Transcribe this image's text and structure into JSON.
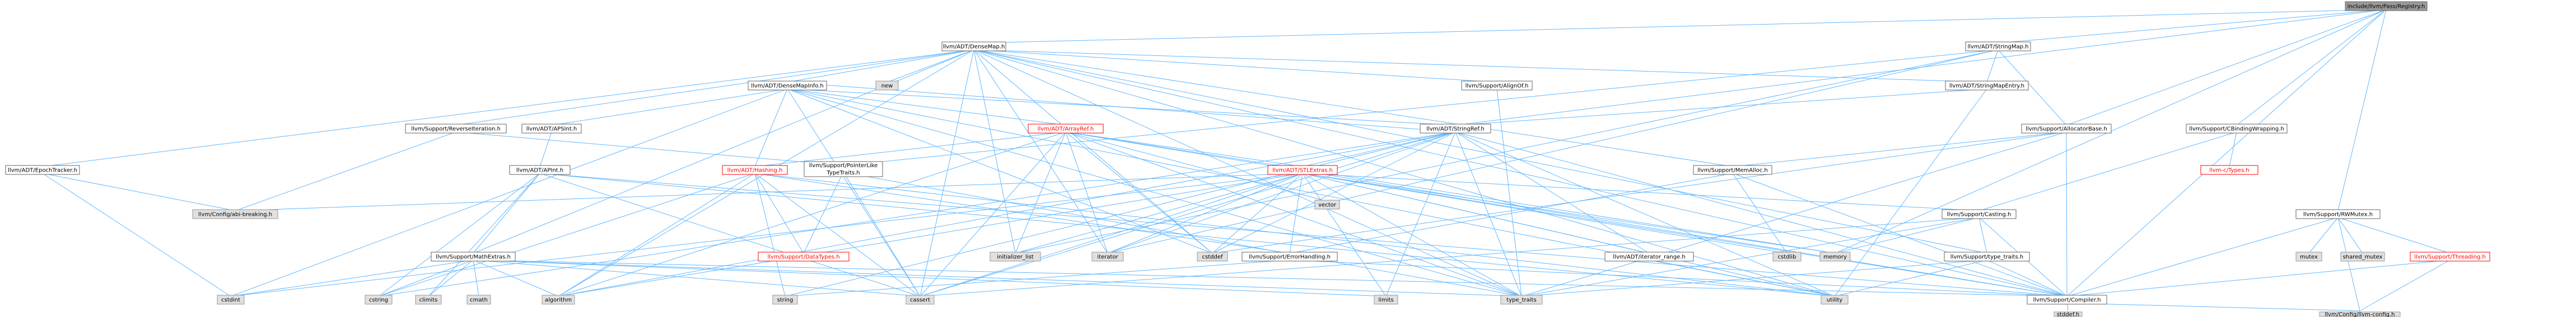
{
  "colors": {
    "background": "#ffffff",
    "edge": "#63b8ff",
    "node_fill": "#ffffff",
    "node_stroke": "#666666",
    "root_fill": "#999999",
    "root_stroke": "#666666",
    "system_fill": "#e0e0e0",
    "system_stroke": "#999999",
    "red_text": "#ff0000",
    "text": "#000000"
  },
  "nodes": [
    {
      "id": "root",
      "label": "include/llvm/Pass/Registry.h",
      "kind": "root"
    },
    {
      "id": "densemap",
      "label": "llvm/ADT/DenseMap.h",
      "kind": "normal"
    },
    {
      "id": "stringmap",
      "label": "llvm/ADT/StringMap.h",
      "kind": "normal"
    },
    {
      "id": "densemapinfo",
      "label": "llvm/ADT/DenseMapInfo.h",
      "kind": "normal"
    },
    {
      "id": "new",
      "label": "new",
      "kind": "system"
    },
    {
      "id": "epoch",
      "label": "llvm/ADT/EpochTracker.h",
      "kind": "normal"
    },
    {
      "id": "alignof",
      "label": "llvm/Support/AlignOf.h",
      "kind": "normal"
    },
    {
      "id": "stringmapentry",
      "label": "llvm/ADT/StringMapEntry.h",
      "kind": "normal"
    },
    {
      "id": "reverseiter",
      "label": "llvm/Support/ReverseIteration.h",
      "kind": "normal"
    },
    {
      "id": "apsint",
      "label": "llvm/ADT/APSInt.h",
      "kind": "normal"
    },
    {
      "id": "arrayref",
      "label": "llvm/ADT/ArrayRef.h",
      "kind": "red"
    },
    {
      "id": "stringref",
      "label": "llvm/ADT/StringRef.h",
      "kind": "normal"
    },
    {
      "id": "allocbase",
      "label": "llvm/Support/AllocatorBase.h",
      "kind": "normal"
    },
    {
      "id": "cbinding",
      "label": "llvm/Support/CBindingWrapping.h",
      "kind": "normal"
    },
    {
      "id": "apint",
      "label": "llvm/ADT/APInt.h",
      "kind": "normal"
    },
    {
      "id": "hashing",
      "label": "llvm/ADT/Hashing.h",
      "kind": "red"
    },
    {
      "id": "pointerlike_l1",
      "label": "llvm/Support/PointerLike",
      "kind": "normal"
    },
    {
      "id": "pointerlike_l2",
      "label": "TypeTraits.h",
      "kind": "normal"
    },
    {
      "id": "stlextras",
      "label": "llvm/ADT/STLExtras.h",
      "kind": "red"
    },
    {
      "id": "vector",
      "label": "vector",
      "kind": "system"
    },
    {
      "id": "memalloc",
      "label": "llvm/Support/MemAlloc.h",
      "kind": "normal"
    },
    {
      "id": "casting",
      "label": "llvm/Support/Casting.h",
      "kind": "normal"
    },
    {
      "id": "llvmctypes",
      "label": "llvm-c/Types.h",
      "kind": "red"
    },
    {
      "id": "rwmutex",
      "label": "llvm/Support/RWMutex.h",
      "kind": "normal"
    },
    {
      "id": "abibreaking",
      "label": "llvm/Config/abi-breaking.h",
      "kind": "system"
    },
    {
      "id": "mathextras",
      "label": "llvm/Support/MathExtras.h",
      "kind": "normal"
    },
    {
      "id": "datatypes",
      "label": "llvm/Support/DataTypes.h",
      "kind": "red"
    },
    {
      "id": "initlist",
      "label": "initializer_list",
      "kind": "system"
    },
    {
      "id": "iterator",
      "label": "iterator",
      "kind": "system"
    },
    {
      "id": "cstddef",
      "label": "cstddef",
      "kind": "system"
    },
    {
      "id": "errorhandling",
      "label": "llvm/Support/ErrorHandling.h",
      "kind": "normal"
    },
    {
      "id": "iterrange",
      "label": "llvm/ADT/iterator_range.h",
      "kind": "normal"
    },
    {
      "id": "cstdlib",
      "label": "cstdlib",
      "kind": "system"
    },
    {
      "id": "memory",
      "label": "memory",
      "kind": "system"
    },
    {
      "id": "typetraits_h",
      "label": "llvm/Support/type_traits.h",
      "kind": "normal"
    },
    {
      "id": "mutex",
      "label": "mutex",
      "kind": "system"
    },
    {
      "id": "sharedmutex",
      "label": "shared_mutex",
      "kind": "system"
    },
    {
      "id": "threading",
      "label": "llvm/Support/Threading.h",
      "kind": "red"
    },
    {
      "id": "cstdint",
      "label": "cstdint",
      "kind": "system"
    },
    {
      "id": "cstring",
      "label": "cstring",
      "kind": "system"
    },
    {
      "id": "climits",
      "label": "climits",
      "kind": "system"
    },
    {
      "id": "cmath",
      "label": "cmath",
      "kind": "system"
    },
    {
      "id": "algorithm",
      "label": "algorithm",
      "kind": "system"
    },
    {
      "id": "string",
      "label": "string",
      "kind": "system"
    },
    {
      "id": "cassert",
      "label": "cassert",
      "kind": "system"
    },
    {
      "id": "limits",
      "label": "limits",
      "kind": "system"
    },
    {
      "id": "type_traits",
      "label": "type_traits",
      "kind": "system"
    },
    {
      "id": "utility",
      "label": "utility",
      "kind": "system"
    },
    {
      "id": "compiler",
      "label": "llvm/Support/Compiler.h",
      "kind": "normal"
    },
    {
      "id": "stddef",
      "label": "stddef.h",
      "kind": "system"
    },
    {
      "id": "llvmconfig",
      "label": "llvm/Config/llvm-config.h",
      "kind": "system"
    }
  ],
  "edges": [
    [
      "root",
      "densemap"
    ],
    [
      "root",
      "stringmap"
    ],
    [
      "root",
      "stringref"
    ],
    [
      "root",
      "allocbase"
    ],
    [
      "root",
      "cbinding"
    ],
    [
      "root",
      "rwmutex"
    ],
    [
      "root",
      "compiler"
    ],
    [
      "root",
      "memory"
    ],
    [
      "densemap",
      "densemapinfo"
    ],
    [
      "densemap",
      "epoch"
    ],
    [
      "densemap",
      "new"
    ],
    [
      "densemap",
      "alignof"
    ],
    [
      "densemap",
      "reverseiter"
    ],
    [
      "densemap",
      "memalloc"
    ],
    [
      "densemap",
      "typetraits_h"
    ],
    [
      "densemap",
      "mathextras"
    ],
    [
      "densemap",
      "compiler"
    ],
    [
      "densemap",
      "algorithm"
    ],
    [
      "densemap",
      "cassert"
    ],
    [
      "densemap",
      "cstddef"
    ],
    [
      "densemap",
      "initlist"
    ],
    [
      "densemap",
      "iterator"
    ],
    [
      "densemap",
      "type_traits"
    ],
    [
      "densemap",
      "utility"
    ],
    [
      "densemap",
      "stringmapentry"
    ],
    [
      "stringmap",
      "stringmapentry"
    ],
    [
      "stringmap",
      "allocbase"
    ],
    [
      "stringmap",
      "pointerlike_l1"
    ],
    [
      "stringmap",
      "initlist"
    ],
    [
      "stringmap",
      "iterator"
    ],
    [
      "stringmapentry",
      "stringref"
    ],
    [
      "stringmapentry",
      "utility"
    ],
    [
      "densemapinfo",
      "apsint"
    ],
    [
      "densemapinfo",
      "arrayref"
    ],
    [
      "densemapinfo",
      "stringref"
    ],
    [
      "densemapinfo",
      "hashing"
    ],
    [
      "densemapinfo",
      "cassert"
    ],
    [
      "densemapinfo",
      "cstddef"
    ],
    [
      "densemapinfo",
      "cstdint"
    ],
    [
      "densemapinfo",
      "type_traits"
    ],
    [
      "densemapinfo",
      "utility"
    ],
    [
      "epoch",
      "abibreaking"
    ],
    [
      "epoch",
      "cstdint"
    ],
    [
      "alignof",
      "type_traits"
    ],
    [
      "reverseiter",
      "abibreaking"
    ],
    [
      "reverseiter",
      "pointerlike_l1"
    ],
    [
      "apsint",
      "apint"
    ],
    [
      "apint",
      "mathextras"
    ],
    [
      "apint",
      "compiler"
    ],
    [
      "apint",
      "cassert"
    ],
    [
      "apint",
      "climits"
    ],
    [
      "apint",
      "cstring"
    ],
    [
      "apint",
      "utility"
    ],
    [
      "arrayref",
      "hashing"
    ],
    [
      "arrayref",
      "stlextras"
    ],
    [
      "arrayref",
      "compiler"
    ],
    [
      "arrayref",
      "algorithm"
    ],
    [
      "arrayref",
      "cassert"
    ],
    [
      "arrayref",
      "cstddef"
    ],
    [
      "arrayref",
      "initlist"
    ],
    [
      "arrayref",
      "iterator"
    ],
    [
      "arrayref",
      "memory"
    ],
    [
      "arrayref",
      "type_traits"
    ],
    [
      "arrayref",
      "vector"
    ],
    [
      "stringref",
      "densemapinfo"
    ],
    [
      "stringref",
      "stlextras"
    ],
    [
      "stringref",
      "iterrange"
    ],
    [
      "stringref",
      "compiler"
    ],
    [
      "stringref",
      "algorithm"
    ],
    [
      "stringref",
      "cassert"
    ],
    [
      "stringref",
      "cstddef"
    ],
    [
      "stringref",
      "cstring"
    ],
    [
      "stringref",
      "iterator"
    ],
    [
      "stringref",
      "limits"
    ],
    [
      "stringref",
      "string"
    ],
    [
      "stringref",
      "type_traits"
    ],
    [
      "stringref",
      "utility"
    ],
    [
      "hashing",
      "errorhandling"
    ],
    [
      "hashing",
      "datatypes"
    ],
    [
      "hashing",
      "algorithm"
    ],
    [
      "hashing",
      "cassert"
    ],
    [
      "hashing",
      "cstring"
    ],
    [
      "hashing",
      "string"
    ],
    [
      "hashing",
      "tuple"
    ],
    [
      "hashing",
      "utility"
    ],
    [
      "pointerlike_l1",
      "datatypes"
    ],
    [
      "pointerlike_l1",
      "cassert"
    ],
    [
      "pointerlike_l1",
      "type_traits"
    ],
    [
      "stlextras",
      "abibreaking"
    ],
    [
      "stlextras",
      "iterrange"
    ],
    [
      "stlextras",
      "casting"
    ],
    [
      "stlextras",
      "compiler"
    ],
    [
      "stlextras",
      "algorithm"
    ],
    [
      "stlextras",
      "cassert"
    ],
    [
      "stlextras",
      "cstddef"
    ],
    [
      "stlextras",
      "cstdint"
    ],
    [
      "stlextras",
      "cstdlib"
    ],
    [
      "stlextras",
      "functional"
    ],
    [
      "stlextras",
      "initlist"
    ],
    [
      "stlextras",
      "iterator"
    ],
    [
      "stlextras",
      "limits"
    ],
    [
      "stlextras",
      "memory"
    ],
    [
      "stlextras",
      "tuple"
    ],
    [
      "stlextras",
      "type_traits"
    ],
    [
      "stlextras",
      "utility"
    ],
    [
      "stlextras",
      "errorhandling"
    ],
    [
      "memalloc",
      "errorhandling"
    ],
    [
      "memalloc",
      "compiler"
    ],
    [
      "memalloc",
      "cstdlib"
    ],
    [
      "allocbase",
      "memalloc"
    ],
    [
      "allocbase",
      "compiler"
    ],
    [
      "allocbase",
      "cstddef"
    ],
    [
      "allocbase",
      "type_traits"
    ],
    [
      "casting",
      "typetraits_h"
    ],
    [
      "casting",
      "compiler"
    ],
    [
      "casting",
      "cassert"
    ],
    [
      "casting",
      "memory"
    ],
    [
      "casting",
      "type_traits"
    ],
    [
      "cbinding",
      "llvmctypes"
    ],
    [
      "cbinding",
      "casting"
    ],
    [
      "rwmutex",
      "compiler"
    ],
    [
      "rwmutex",
      "threading"
    ],
    [
      "rwmutex",
      "mutex"
    ],
    [
      "rwmutex",
      "sharedmutex"
    ],
    [
      "rwmutex",
      "llvmconfig"
    ],
    [
      "threading",
      "compiler"
    ],
    [
      "threading",
      "llvmconfig"
    ],
    [
      "mathextras",
      "compiler"
    ],
    [
      "mathextras",
      "cassert"
    ],
    [
      "mathextras",
      "climits"
    ],
    [
      "mathextras",
      "cmath"
    ],
    [
      "mathextras",
      "cstdint"
    ],
    [
      "mathextras",
      "cstring"
    ],
    [
      "mathextras",
      "limits"
    ],
    [
      "mathextras",
      "type_traits"
    ],
    [
      "mathextras",
      "algorithm"
    ],
    [
      "errorhandling",
      "compiler"
    ],
    [
      "errorhandling",
      "string"
    ],
    [
      "iterrange",
      "utility"
    ],
    [
      "typetraits_h",
      "compiler"
    ],
    [
      "typetraits_h",
      "type_traits"
    ],
    [
      "typetraits_h",
      "utility"
    ],
    [
      "compiler",
      "llvmconfig"
    ],
    [
      "compiler",
      "stddef"
    ]
  ]
}
